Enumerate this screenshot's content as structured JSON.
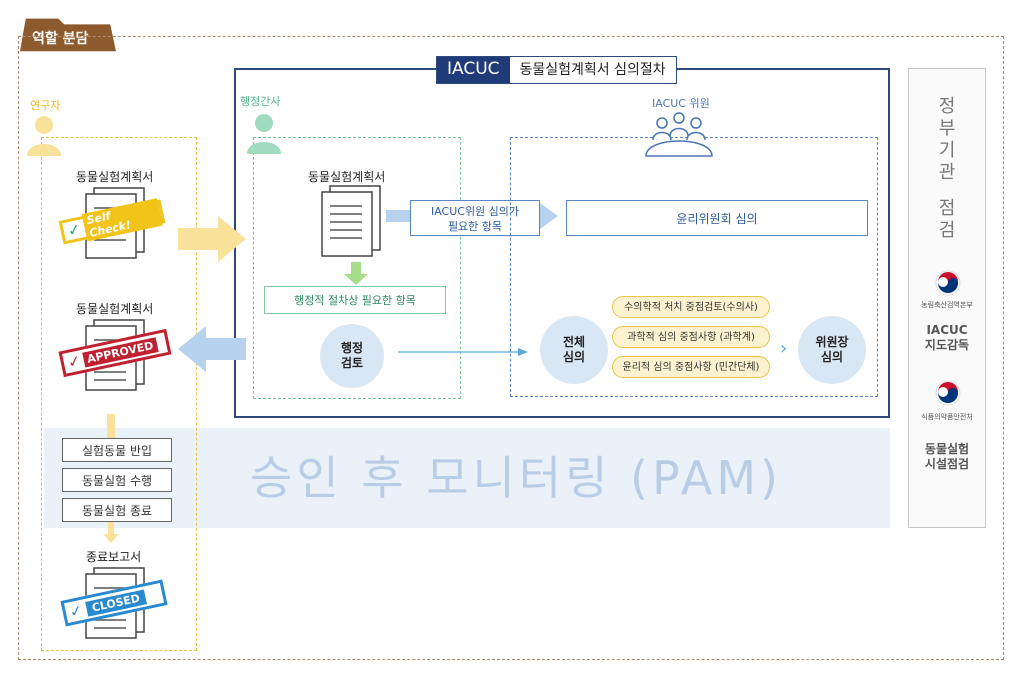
{
  "section_tab": "역할 분담",
  "iacuc_header": {
    "badge": "IACUC",
    "title": "동물실험계획서 심의절차"
  },
  "researcher": {
    "role": "연구자",
    "doc1_label": "동물실험계획서",
    "stamp_selfcheck": "Self Check!",
    "doc2_label": "동물실험계획서",
    "stamp_approved": "APPROVED",
    "steps": [
      "실험동물 반입",
      "동물실험 수행",
      "동물실험 종료"
    ],
    "final_label": "종료보고서",
    "stamp_closed": "CLOSED"
  },
  "admin": {
    "role": "행정간사",
    "doc_label": "동물실험계획서",
    "req_label": "IACUC위원 심의가\n필요한 항목",
    "admin_items": "행정적 절차상 필요한 항목",
    "review": "행정\n검토"
  },
  "members": {
    "role": "IACUC 위원",
    "ethics": "윤리위원회 심의",
    "full_review": "전체\n심의",
    "pills": [
      "수의학적 처치 중점검토(수의사)",
      "과학적 심의 중점사항 (과학계)",
      "윤리적 심의 중점사항 (민간단체)"
    ],
    "chair": "위원장\n심의"
  },
  "pam": "승인 후 모니터링 (PAM)",
  "government": {
    "title_chars": [
      "정",
      "부",
      "기",
      "관",
      "",
      "점",
      "검"
    ],
    "org1": "농림축산검역본부",
    "org1_role": "IACUC\n지도감독",
    "org2": "식품의약품안전처",
    "org2_role": "동물실험\n시설점검"
  },
  "colors": {
    "navy": "#1f3c78",
    "researcher": "#f4c430",
    "admin": "#6cc79b",
    "member_blue": "#5b86c5",
    "stamp_green": "#1fa37a",
    "stamp_red": "#c0202f",
    "stamp_blue": "#2a8ad0"
  }
}
